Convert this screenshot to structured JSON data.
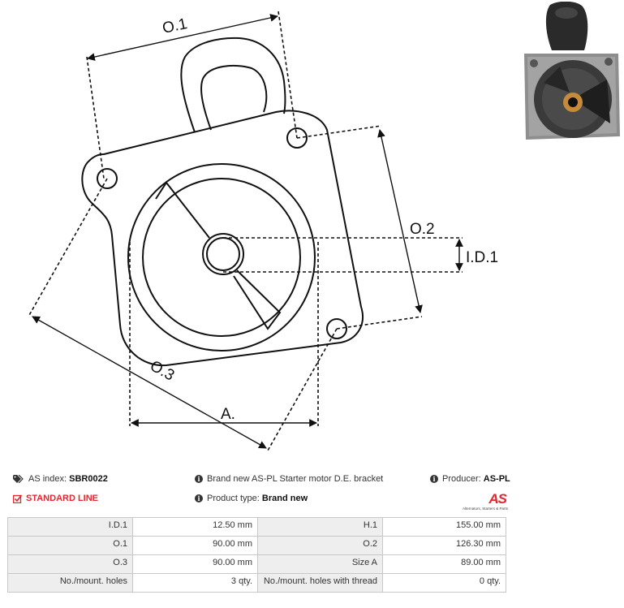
{
  "drawing": {
    "labels": {
      "o1": "O.1",
      "o2": "O.2",
      "o3": "O.3",
      "id1": "I.D.1",
      "a": "A."
    }
  },
  "photo": {
    "alt": "Starter motor D.E. bracket photo",
    "icon": "product-photo"
  },
  "info": {
    "as_index_label": "AS index:",
    "as_index_value": "SBR0022",
    "line": "STANDARD LINE",
    "description": "Brand new AS-PL Starter motor D.E. bracket",
    "product_type_label": "Product type:",
    "product_type_value": "Brand new",
    "producer_label": "Producer:",
    "producer_value": "AS-PL"
  },
  "logo": {
    "text": "AS",
    "tagline": "Alternators, Starters & Parts"
  },
  "colors": {
    "brand_red": "#e3262f",
    "label_bg": "#eeeeee",
    "border": "#c8c8c8"
  },
  "specs": [
    {
      "l1": "I.D.1",
      "v1": "12.50 mm",
      "l2": "H.1",
      "v2": "155.00 mm"
    },
    {
      "l1": "O.1",
      "v1": "90.00 mm",
      "l2": "O.2",
      "v2": "126.30 mm"
    },
    {
      "l1": "O.3",
      "v1": "90.00 mm",
      "l2": "Size A",
      "v2": "89.00 mm"
    },
    {
      "l1": "No./mount. holes",
      "v1": "3 qty.",
      "l2": "No./mount. holes with thread",
      "v2": "0 qty."
    }
  ]
}
